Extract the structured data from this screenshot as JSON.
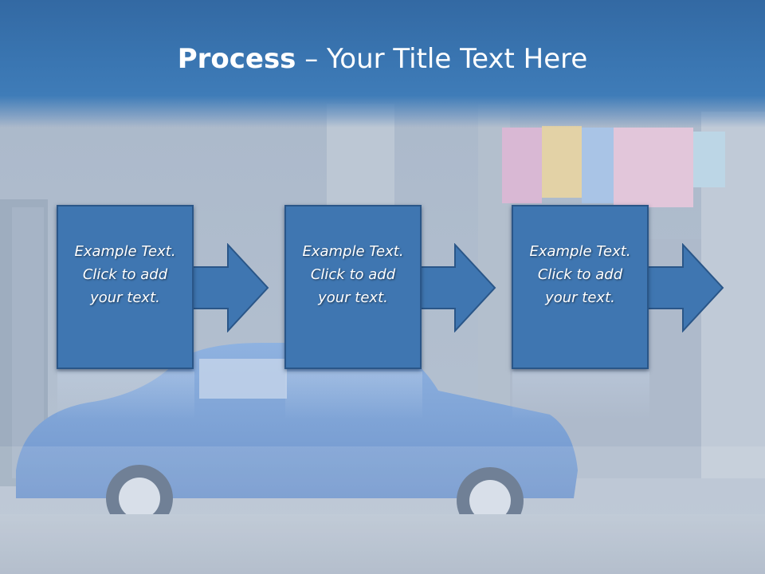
{
  "slide": {
    "title_bold": "Process",
    "title_rest": " – Your Title Text Here",
    "steps": [
      {
        "line1": "Example Text.",
        "line2": "Click  to add",
        "line3": "your text."
      },
      {
        "line1": "Example Text.",
        "line2": "Click  to add",
        "line3": "your text."
      },
      {
        "line1": "Example Text.",
        "line2": "Click  to add",
        "line3": "your text."
      }
    ]
  },
  "colors": {
    "title_band": "#3a76b2",
    "step_fill": "#3f76b1",
    "step_border": "#2a5688",
    "text": "#ffffff"
  },
  "icons": [
    "arrow-right-icon"
  ]
}
